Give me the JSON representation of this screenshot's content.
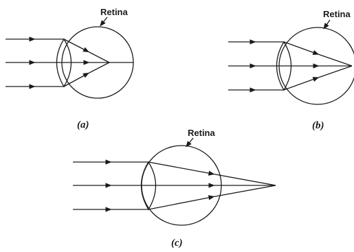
{
  "diagrams": [
    {
      "id": "a",
      "retina_label": "Retina",
      "caption": "(a)"
    },
    {
      "id": "b",
      "retina_label": "Retina",
      "caption": "(b)"
    },
    {
      "id": "c",
      "retina_label": "Retina",
      "caption": "(c)"
    }
  ]
}
